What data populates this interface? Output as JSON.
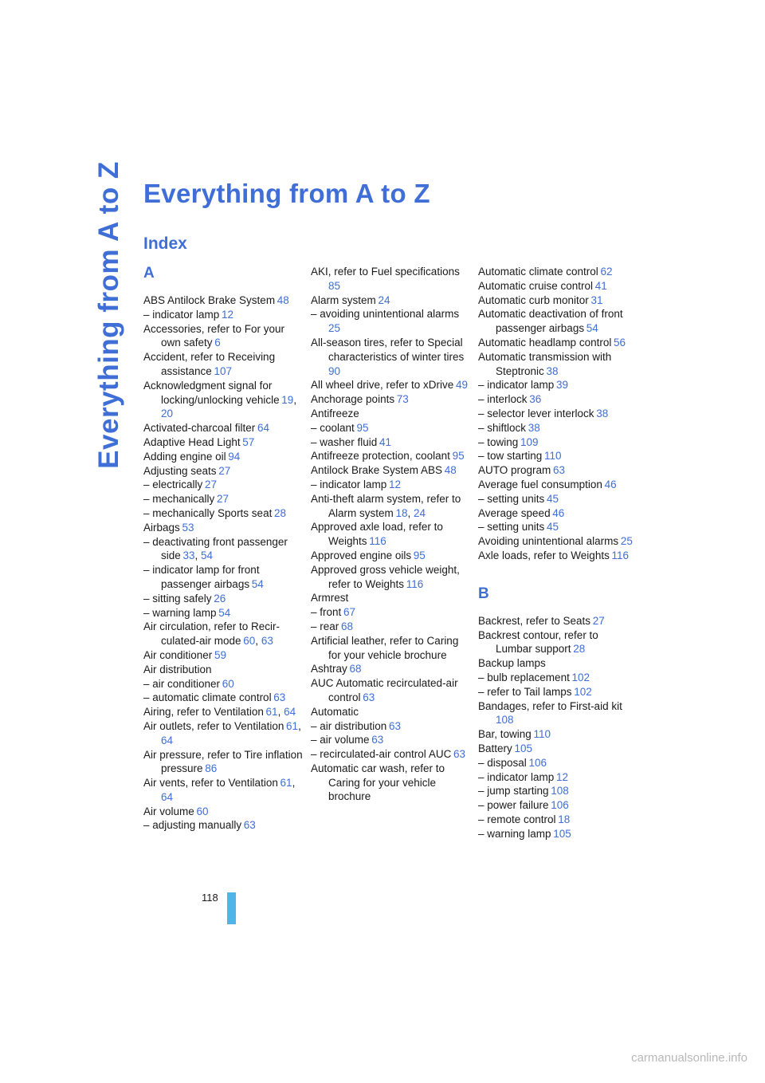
{
  "side_title": "Everything from A to Z",
  "title": "Everything from A to Z",
  "subtitle": "Index",
  "page_number": "118",
  "watermark": "carmanualsonline.info",
  "accent_color": "#3f6ed6",
  "page_bar_color": "#4fb4e8",
  "columns": [
    [
      {
        "letter": "A"
      },
      {
        "text": "ABS Antilock Brake System",
        "refs": [
          "48"
        ]
      },
      {
        "text": "– indicator lamp",
        "refs": [
          "12"
        ]
      },
      {
        "text": "Accessories, refer to For your own safety",
        "refs": [
          "6"
        ]
      },
      {
        "text": "Accident, refer to Receiving assistance",
        "refs": [
          "107"
        ]
      },
      {
        "text": "Acknowledgment signal for locking/unlocking vehicle",
        "refs": [
          "19",
          "20"
        ]
      },
      {
        "text": "Activated-charcoal filter",
        "refs": [
          "64"
        ]
      },
      {
        "text": "Adaptive Head Light",
        "refs": [
          "57"
        ]
      },
      {
        "text": "Adding engine oil",
        "refs": [
          "94"
        ]
      },
      {
        "text": "Adjusting seats",
        "refs": [
          "27"
        ]
      },
      {
        "text": "– electrically",
        "refs": [
          "27"
        ]
      },
      {
        "text": "– mechanically",
        "refs": [
          "27"
        ]
      },
      {
        "text": "– mechanically Sports seat",
        "refs": [
          "28"
        ]
      },
      {
        "text": "Airbags",
        "refs": [
          "53"
        ]
      },
      {
        "text": "– deactivating front passenger side",
        "refs": [
          "33",
          "54"
        ]
      },
      {
        "text": "– indicator lamp for front passenger airbags",
        "refs": [
          "54"
        ]
      },
      {
        "text": "– sitting safely",
        "refs": [
          "26"
        ]
      },
      {
        "text": "– warning lamp",
        "refs": [
          "54"
        ]
      },
      {
        "text": "Air circulation, refer to Recir-culated-air mode",
        "refs": [
          "60",
          "63"
        ]
      },
      {
        "text": "Air conditioner",
        "refs": [
          "59"
        ]
      },
      {
        "text": "Air distribution",
        "refs": []
      },
      {
        "text": "– air conditioner",
        "refs": [
          "60"
        ]
      },
      {
        "text": "– automatic climate control",
        "refs": [
          "63"
        ]
      },
      {
        "text": "Airing, refer to Ventilation",
        "refs": [
          "61",
          "64"
        ]
      },
      {
        "text": "Air outlets, refer to Ventilation",
        "refs": [
          "61",
          "64"
        ]
      },
      {
        "text": "Air pressure, refer to Tire inflation pressure",
        "refs": [
          "86"
        ]
      },
      {
        "text": "Air vents, refer to Ventilation",
        "refs": [
          "61",
          "64"
        ]
      },
      {
        "text": "Air volume",
        "refs": [
          "60"
        ]
      },
      {
        "text": "– adjusting manually",
        "refs": [
          "63"
        ]
      }
    ],
    [
      {
        "text": "AKI, refer to Fuel specifications",
        "refs": [
          "85"
        ]
      },
      {
        "text": "Alarm system",
        "refs": [
          "24"
        ]
      },
      {
        "text": "– avoiding unintentional alarms",
        "refs": [
          "25"
        ]
      },
      {
        "text": "All-season tires, refer to Special characteristics of winter tires",
        "refs": [
          "90"
        ]
      },
      {
        "text": "All wheel drive, refer to xDrive",
        "refs": [
          "49"
        ]
      },
      {
        "text": "Anchorage points",
        "refs": [
          "73"
        ]
      },
      {
        "text": "Antifreeze",
        "refs": []
      },
      {
        "text": "– coolant",
        "refs": [
          "95"
        ]
      },
      {
        "text": "– washer fluid",
        "refs": [
          "41"
        ]
      },
      {
        "text": "Antifreeze protection, coolant",
        "refs": [
          "95"
        ]
      },
      {
        "text": "Antilock Brake System ABS",
        "refs": [
          "48"
        ]
      },
      {
        "text": "– indicator lamp",
        "refs": [
          "12"
        ]
      },
      {
        "text": "Anti-theft alarm system, refer to Alarm system",
        "refs": [
          "18",
          "24"
        ]
      },
      {
        "text": "Approved axle load, refer to Weights",
        "refs": [
          "116"
        ]
      },
      {
        "text": "Approved engine oils",
        "refs": [
          "95"
        ]
      },
      {
        "text": "Approved gross vehicle weight, refer to Weights",
        "refs": [
          "116"
        ]
      },
      {
        "text": "Armrest",
        "refs": []
      },
      {
        "text": "– front",
        "refs": [
          "67"
        ]
      },
      {
        "text": "– rear",
        "refs": [
          "68"
        ]
      },
      {
        "text": "Artificial leather, refer to Caring for your vehicle brochure",
        "refs": []
      },
      {
        "text": "Ashtray",
        "refs": [
          "68"
        ]
      },
      {
        "text": "AUC Automatic recirculated-air control",
        "refs": [
          "63"
        ]
      },
      {
        "text": "Automatic",
        "refs": []
      },
      {
        "text": "– air distribution",
        "refs": [
          "63"
        ]
      },
      {
        "text": "– air volume",
        "refs": [
          "63"
        ]
      },
      {
        "text": "– recirculated-air control AUC",
        "refs": [
          "63"
        ]
      },
      {
        "text": "Automatic car wash, refer to Caring for your vehicle brochure",
        "refs": []
      }
    ],
    [
      {
        "text": "Automatic climate control",
        "refs": [
          "62"
        ]
      },
      {
        "text": "Automatic cruise control",
        "refs": [
          "41"
        ]
      },
      {
        "text": "Automatic curb monitor",
        "refs": [
          "31"
        ]
      },
      {
        "text": "Automatic deactivation of front passenger airbags",
        "refs": [
          "54"
        ]
      },
      {
        "text": "Automatic headlamp control",
        "refs": [
          "56"
        ]
      },
      {
        "text": "Automatic transmission with Steptronic",
        "refs": [
          "38"
        ]
      },
      {
        "text": "– indicator lamp",
        "refs": [
          "39"
        ]
      },
      {
        "text": "– interlock",
        "refs": [
          "36"
        ]
      },
      {
        "text": "– selector lever interlock",
        "refs": [
          "38"
        ]
      },
      {
        "text": "– shiftlock",
        "refs": [
          "38"
        ]
      },
      {
        "text": "– towing",
        "refs": [
          "109"
        ]
      },
      {
        "text": "– tow starting",
        "refs": [
          "110"
        ]
      },
      {
        "text": "AUTO program",
        "refs": [
          "63"
        ]
      },
      {
        "text": "Average fuel consumption",
        "refs": [
          "46"
        ]
      },
      {
        "text": "– setting units",
        "refs": [
          "45"
        ]
      },
      {
        "text": "Average speed",
        "refs": [
          "46"
        ]
      },
      {
        "text": "– setting units",
        "refs": [
          "45"
        ]
      },
      {
        "text": "Avoiding unintentional alarms",
        "refs": [
          "25"
        ]
      },
      {
        "text": "Axle loads, refer to Weights",
        "refs": [
          "116"
        ]
      },
      {
        "letter": "B",
        "gap": true
      },
      {
        "text": "Backrest, refer to Seats",
        "refs": [
          "27"
        ]
      },
      {
        "text": "Backrest contour, refer to Lumbar support",
        "refs": [
          "28"
        ]
      },
      {
        "text": "Backup lamps",
        "refs": []
      },
      {
        "text": "– bulb replacement",
        "refs": [
          "102"
        ]
      },
      {
        "text": "– refer to Tail lamps",
        "refs": [
          "102"
        ]
      },
      {
        "text": "Bandages, refer to First-aid kit",
        "refs": [
          "108"
        ]
      },
      {
        "text": "Bar, towing",
        "refs": [
          "110"
        ]
      },
      {
        "text": "Battery",
        "refs": [
          "105"
        ]
      },
      {
        "text": "– disposal",
        "refs": [
          "106"
        ]
      },
      {
        "text": "– indicator lamp",
        "refs": [
          "12"
        ]
      },
      {
        "text": "– jump starting",
        "refs": [
          "108"
        ]
      },
      {
        "text": "– power failure",
        "refs": [
          "106"
        ]
      },
      {
        "text": "– remote control",
        "refs": [
          "18"
        ]
      },
      {
        "text": "– warning lamp",
        "refs": [
          "105"
        ]
      }
    ]
  ]
}
